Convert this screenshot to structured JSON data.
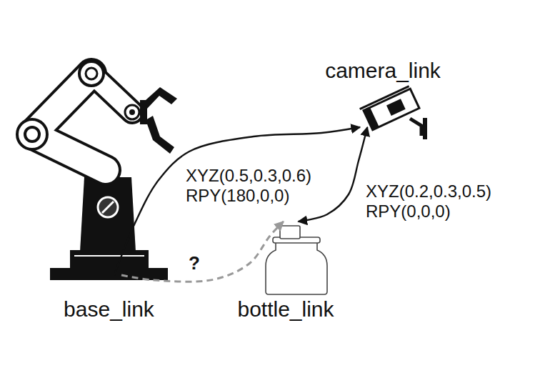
{
  "diagram": {
    "nodes": [
      {
        "text": [
          "base_link"
        ]
      },
      {
        "text": [
          "camera_link"
        ]
      },
      {
        "text": [
          "bottle_link"
        ]
      }
    ],
    "edges": [
      {
        "from": 0,
        "to": 1,
        "arrow": "to",
        "label": "XYZ(0.5,0.3,0.6) RPY(180,0,0)"
      },
      {
        "from": 1,
        "to": 2,
        "arrow": "both",
        "label": "XYZ(0.2,0.3,0.5) RPY(0,0,0)"
      },
      {
        "from": 0,
        "to": 2,
        "arrow": "to",
        "label": "?"
      }
    ]
  }
}
